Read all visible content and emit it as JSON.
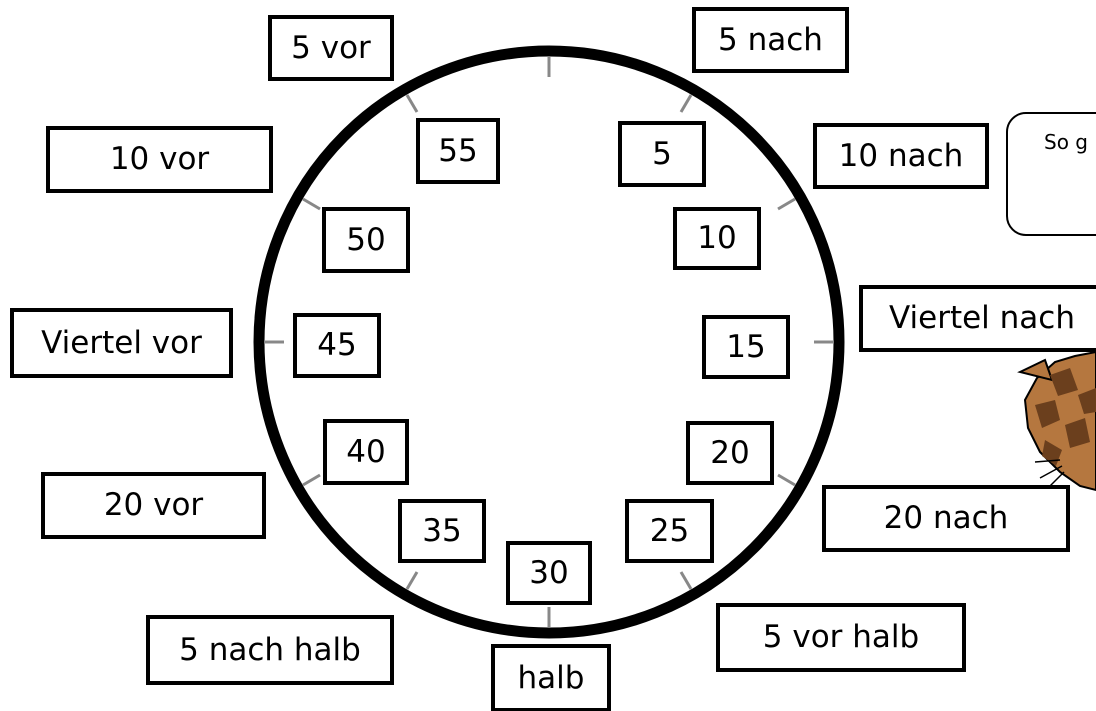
{
  "clock": {
    "minute_labels": {
      "m5": "5",
      "m10": "10",
      "m15": "15",
      "m20": "20",
      "m25": "25",
      "m30": "30",
      "m35": "35",
      "m40": "40",
      "m45": "45",
      "m50": "50",
      "m55": "55"
    },
    "phrases": {
      "p5": "5 nach",
      "p10": "10 nach",
      "p15": "Viertel nach",
      "p20": "20 nach",
      "p25": "5 vor halb",
      "p30": "halb",
      "p35": "5 nach halb",
      "p40": "20 vor",
      "p45": "Viertel vor",
      "p50": "10 vor",
      "p55": "5 vor"
    }
  },
  "speech_bubble": {
    "text": "So g"
  },
  "colors": {
    "stroke": "#000000",
    "tick": "#888888",
    "cat_fill": "#b5773f",
    "cat_dark": "#6b3f1d"
  },
  "icons": {
    "clock": "clock-face-icon",
    "cat": "cat-illustration"
  }
}
